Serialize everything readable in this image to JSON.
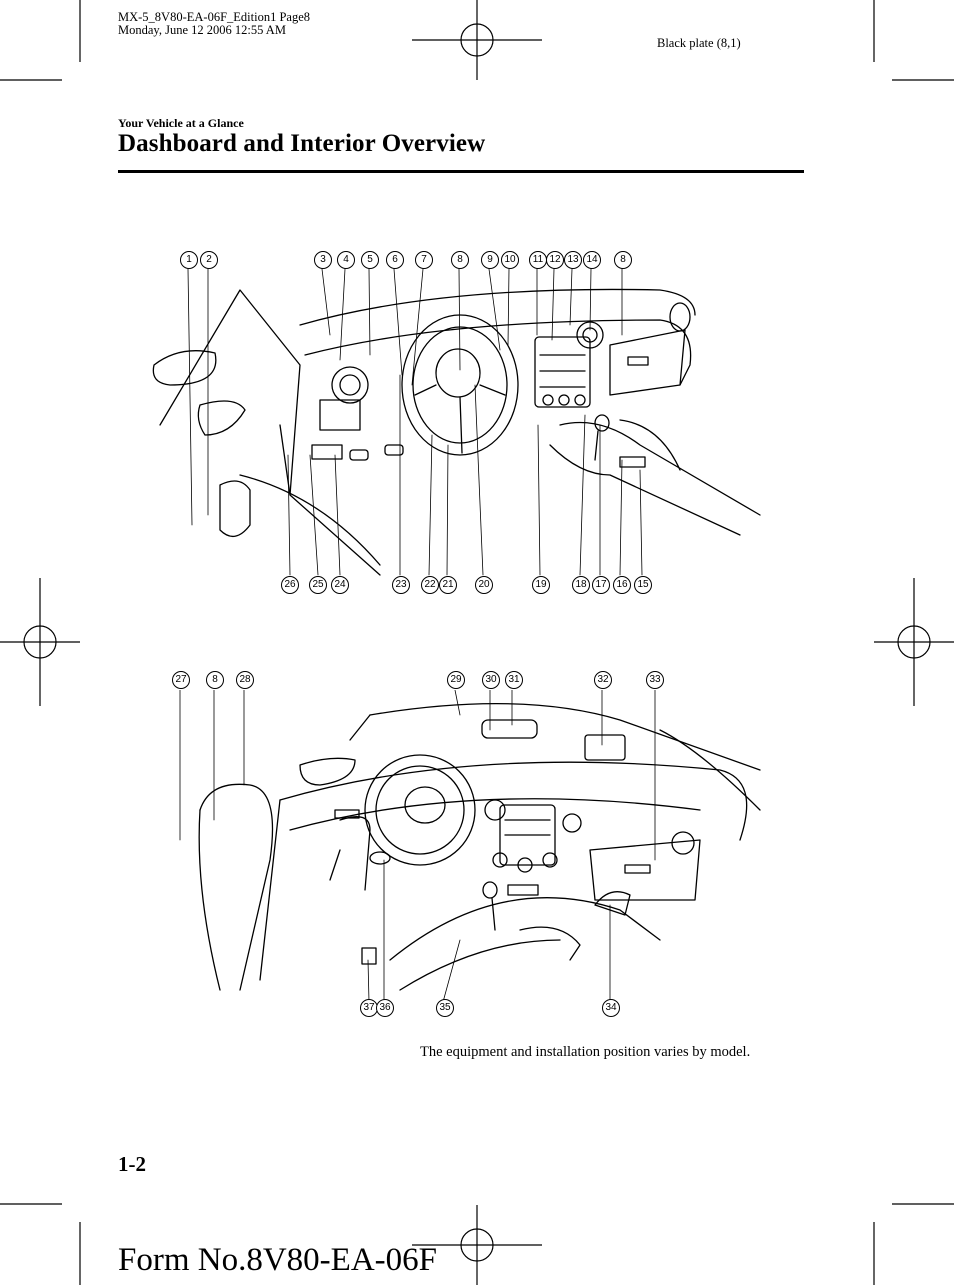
{
  "print_header": {
    "job_line": "MX-5_8V80-EA-06F_Edition1 Page8",
    "date_line": "Monday, June 12 2006 12:55 AM",
    "plate": "Black plate (8,1)"
  },
  "section": "Your Vehicle at a Glance",
  "title": "Dashboard and Interior Overview",
  "figure_top": {
    "callouts_upper": [
      "1",
      "2",
      "3",
      "4",
      "5",
      "6",
      "7",
      "8",
      "9",
      "10",
      "11",
      "12",
      "13",
      "14",
      "8"
    ],
    "callouts_lower": [
      "26",
      "25",
      "24",
      "23",
      "22",
      "21",
      "20",
      "19",
      "18",
      "17",
      "16",
      "15"
    ]
  },
  "figure_bottom": {
    "callouts_upper": [
      "27",
      "8",
      "28",
      "29",
      "30",
      "31",
      "32",
      "33"
    ],
    "callouts_lower": [
      "37",
      "36",
      "35",
      "34"
    ]
  },
  "note": "The equipment and installation position varies by model.",
  "page_number": "1-2",
  "form_number": "Form No.8V80-EA-06F"
}
